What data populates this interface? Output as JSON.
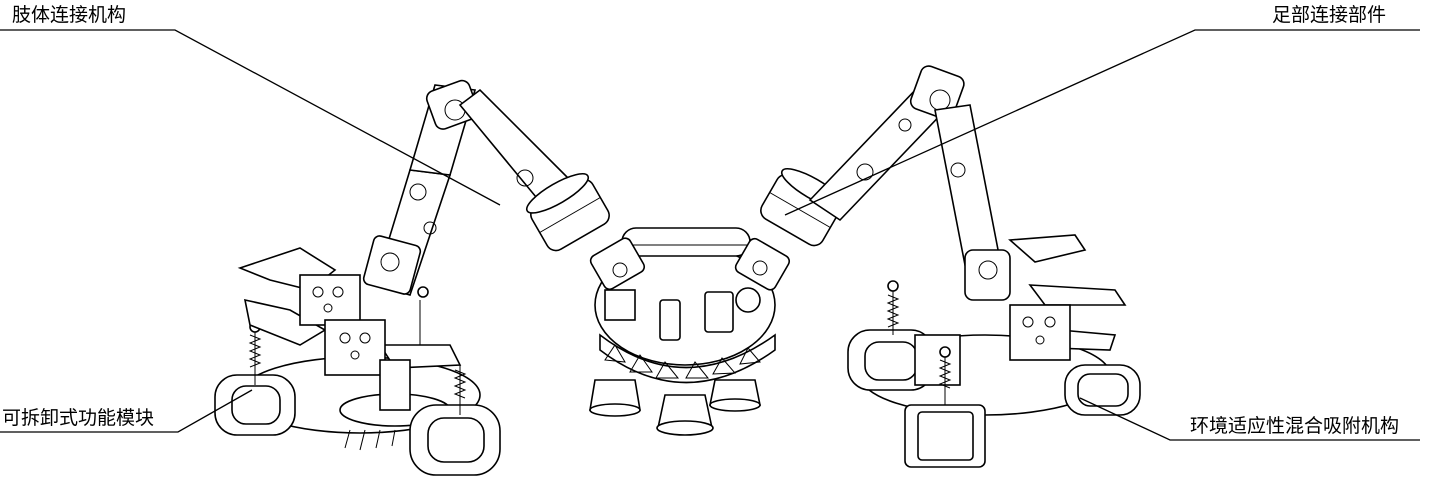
{
  "labels": {
    "limb_connection": "肢体连接机构",
    "foot_connection": "足部连接部件",
    "detachable_module": "可拆卸式功能模块",
    "adhesion_mechanism": "环境适应性混合吸附机构"
  },
  "colors": {
    "line": "#000000",
    "background": "#ffffff"
  }
}
